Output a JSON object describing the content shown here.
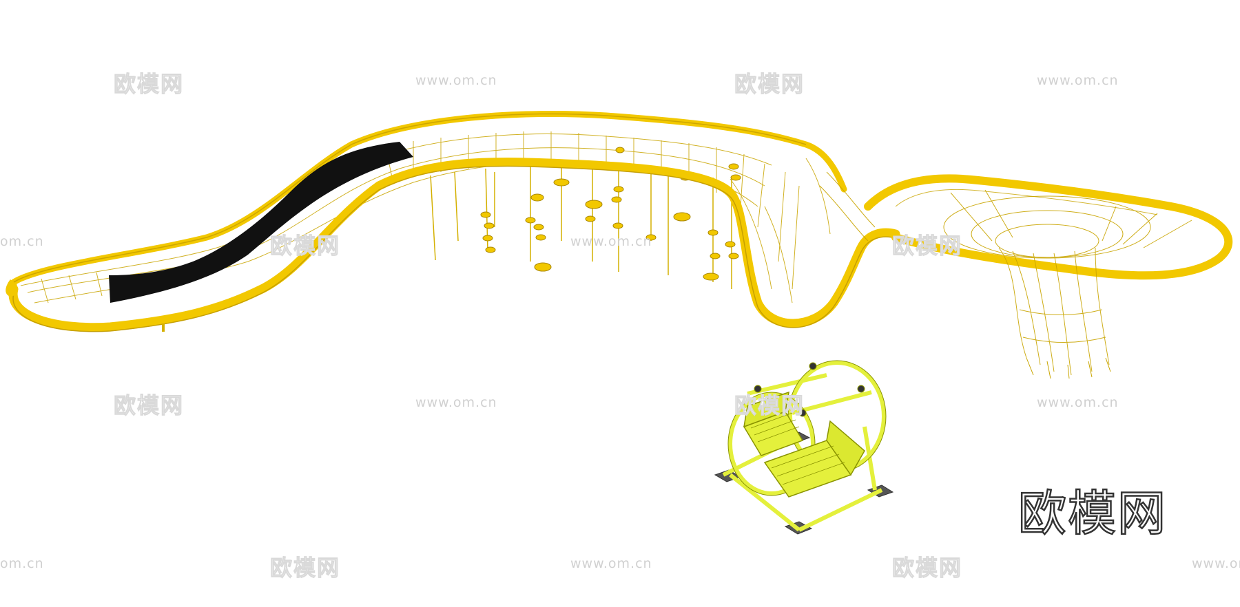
{
  "watermarks": {
    "brand_cn": "欧模网",
    "site_url": "www.om.cn",
    "site_url_cut": "om.cn"
  },
  "logo": {
    "text": "欧模网"
  },
  "colors": {
    "tube": "#f2c800",
    "tube_edge": "#b48f00",
    "net": "#c9a500",
    "slide": "#111111",
    "swing": "#e4f03c",
    "swing_edge": "#8a9400",
    "baseplate": "#555555"
  },
  "objects": {
    "climbing_net_structure": "playground-net-tube",
    "swing_bench": "double-swing-seat"
  }
}
